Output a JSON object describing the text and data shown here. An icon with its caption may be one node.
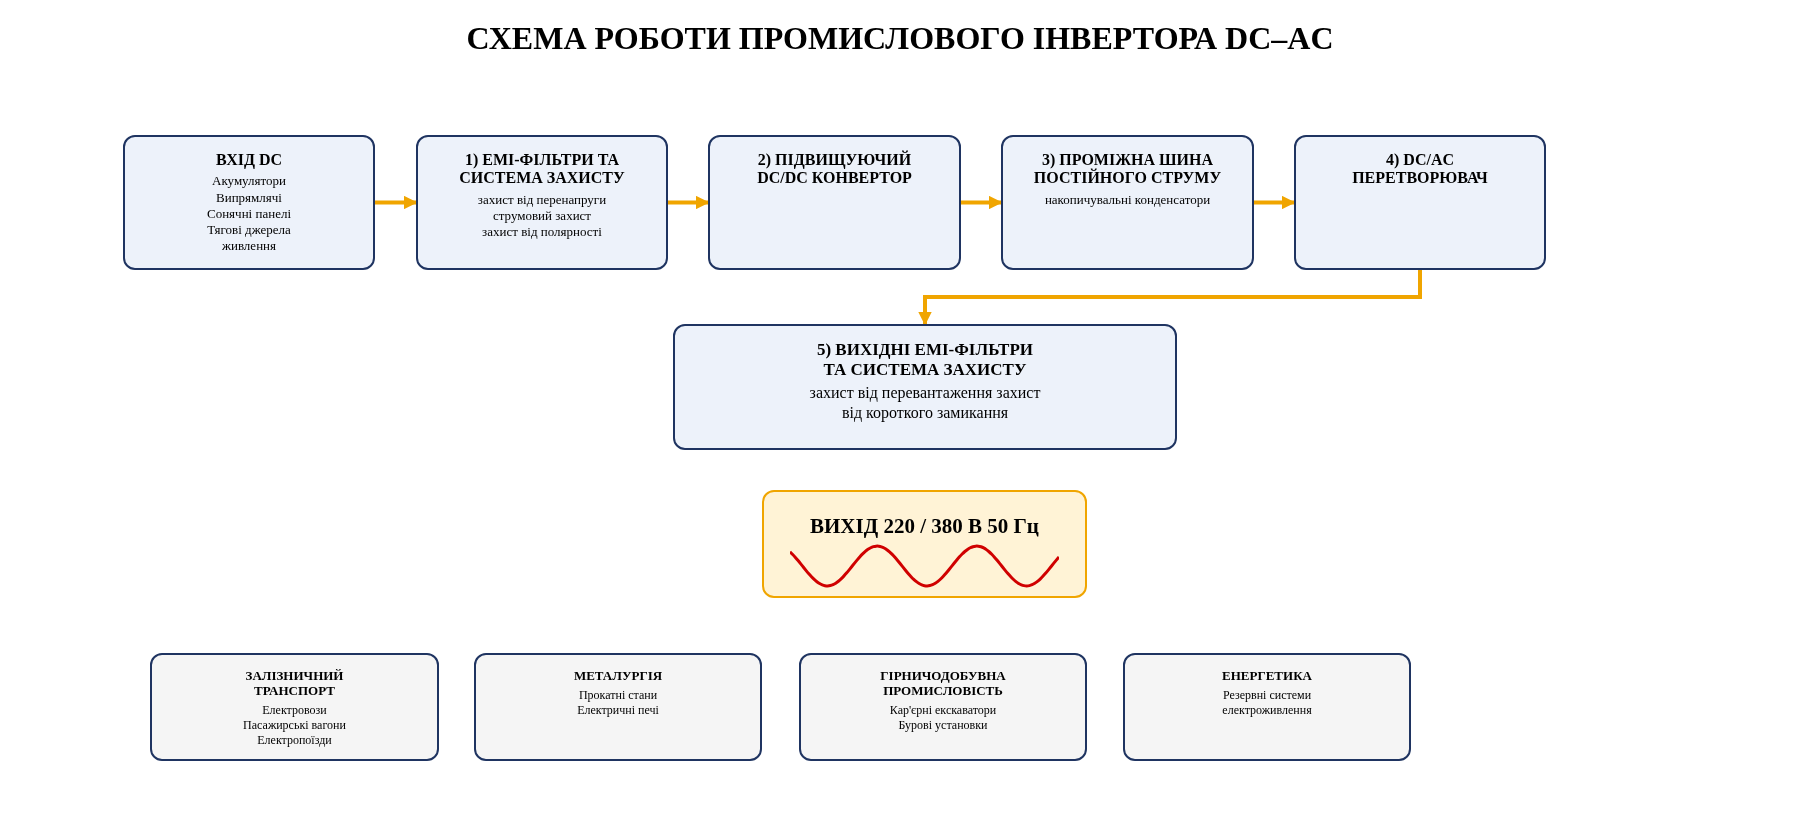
{
  "diagram": {
    "title": "СХЕМА РОБОТИ ПРОМИСЛОВОГО ІНВЕРТОРА DC–AC",
    "nodes": [
      {
        "text": [
          "ВХІД DC",
          "Акумулятори Випрямлячі Сонячні панелі Тягові джерела живлення"
        ]
      },
      {
        "text": [
          "1) EMI-ФІЛЬТРИ ТА СИСТЕМА ЗАХИСТУ",
          "захист від перенапруги струмовий захист захист від полярності"
        ]
      },
      {
        "text": [
          "2) ПІДВИЩУЮЧИЙ DC/DC КОНВЕРТОР"
        ]
      },
      {
        "text": [
          "3) ПРОМІЖНА ШИНА ПОСТІЙНОГО СТРУМУ",
          "накопичувальні конденсатори"
        ]
      },
      {
        "text": [
          "4) DC/AC ПЕРЕТВОРЮВАЧ"
        ]
      },
      {
        "text": [
          "5) ВИХІДНІ EMI-ФІЛЬТРИ ТА СИСТЕМА ЗАХИСТУ",
          "захист від перевантаження захист від короткого замикання"
        ]
      },
      {
        "text": [
          "ВИХІД 220 / 380 В 50 Гц"
        ]
      },
      {
        "text": [
          "ЗАЛІЗНИЧНИЙ ТРАНСПОРТ",
          "Електровози Пасажирські вагони Електропоїзди"
        ]
      },
      {
        "text": [
          "МЕТАЛУРГІЯ",
          "Прокатні стани Електричні печі"
        ]
      },
      {
        "text": [
          "ГІРНИЧОДОБУВНА ПРОМИСЛОВІСТЬ",
          "Кар'єрні екскаватори Бурові установки"
        ]
      },
      {
        "text": [
          "ЕНЕРГЕТИКА",
          "Резервні системи електроживлення"
        ]
      }
    ],
    "edges": [
      {
        "from": 0,
        "to": 1,
        "arrow": "to"
      },
      {
        "from": 1,
        "to": 2,
        "arrow": "to"
      },
      {
        "from": 2,
        "to": 3,
        "arrow": "to"
      },
      {
        "from": 3,
        "to": 4,
        "arrow": "to"
      },
      {
        "from": 4,
        "to": 5,
        "arrow": "to"
      }
    ]
  }
}
